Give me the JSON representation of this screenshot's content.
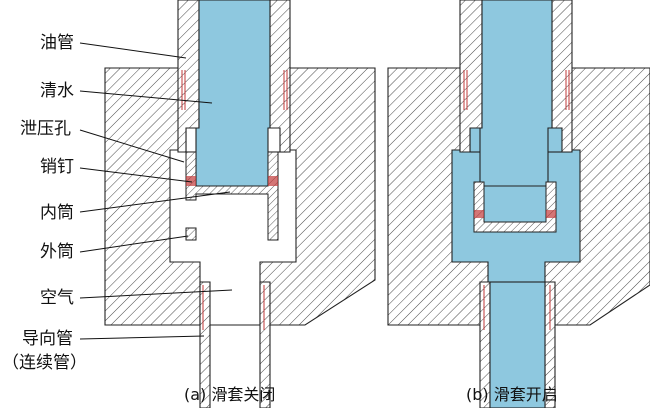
{
  "labels": {
    "tubing": "油管",
    "clean_water": "清水",
    "relief_hole": "泄压孔",
    "pin": "销钉",
    "inner_barrel": "内筒",
    "outer_barrel": "外筒",
    "air": "空气",
    "guide_pipe_1": "导向管",
    "guide_pipe_2": "（连续管）"
  },
  "captions": {
    "left": "(a) 滑套关闭",
    "right": "(b) 滑套开启"
  },
  "colors": {
    "water": "#8ec8df",
    "line": "#222222",
    "pin_red": "#c23a3a"
  }
}
